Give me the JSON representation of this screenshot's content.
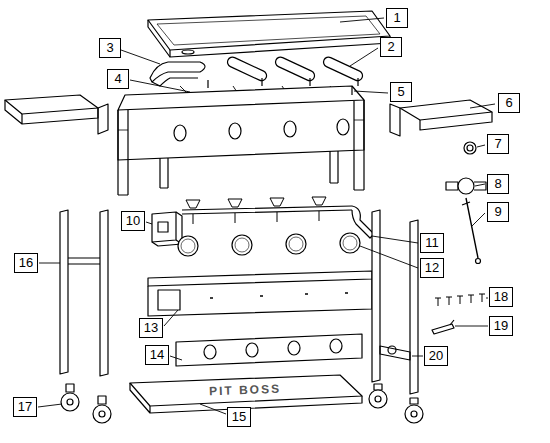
{
  "diagram": {
    "labels": [
      "1",
      "2",
      "3",
      "4",
      "5",
      "6",
      "7",
      "8",
      "9",
      "10",
      "11",
      "12",
      "13",
      "14",
      "15",
      "16",
      "17",
      "18",
      "19",
      "20",
      "PIT BOSS"
    ]
  }
}
